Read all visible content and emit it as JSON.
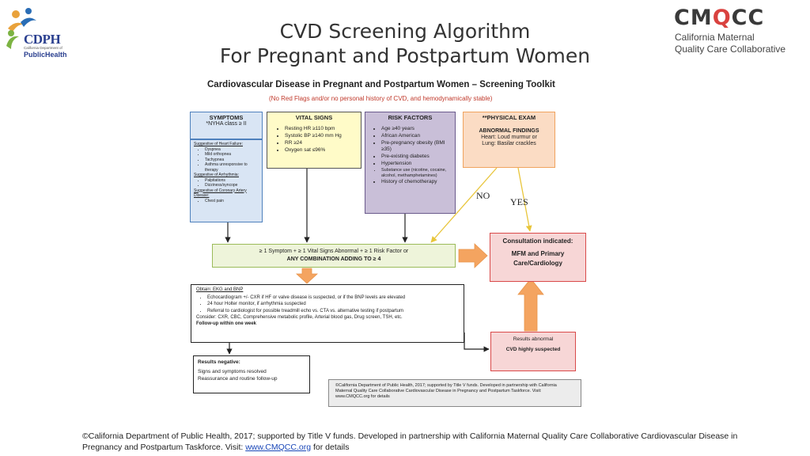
{
  "title_line1": "CVD Screening Algorithm",
  "title_line2": "For Pregnant and Postpartum Women",
  "cdph_logo": {
    "name": "CDPH",
    "subtitle": "California Department of",
    "ph": "PublicHealth"
  },
  "cmqcc_logo": {
    "mark_pre": "CM",
    "mark_o": "Q",
    "mark_post": "CC",
    "line1": "California Maternal",
    "line2": "Quality Care Collaborative"
  },
  "toolkit": {
    "title": "Cardiovascular Disease in Pregnant and Postpartum Women – Screening Toolkit",
    "subtitle": "(No Red Flags and/or no personal history of CVD, and hemodynamically stable)"
  },
  "symptoms": {
    "header": "SYMPTOMS",
    "sub": "*NYHA class ≥ II",
    "hf_title": "Suggestive of Heart Failure:",
    "hf_items": [
      "Dyspnea",
      "Mild orthopnea",
      "Tachypnea",
      "Asthma unresponsive to therapy"
    ],
    "arr_title": "Suggestive of Arrhythmia:",
    "arr_items": [
      "Palpitations",
      "Dizziness/syncope"
    ],
    "cad_title": "Suggestive of Coronary Artery Disease:",
    "cad_items": [
      "Chest pain"
    ]
  },
  "vitals": {
    "header": "VITAL SIGNS",
    "items": [
      "Resting HR ≥110 bpm",
      "Systolic BP ≥140 mm Hg",
      "RR ≥24",
      "Oxygen sat ≤96%"
    ]
  },
  "risk": {
    "header": "RISK FACTORS",
    "items": [
      "Age ≥40 years",
      "African American",
      "Pre-pregnancy obesity (BMI ≥35)",
      "Pre-existing diabetes",
      "Hypertension",
      "Substance use (nicotine, cocaine, alcohol, methamphetamines)",
      "History of chemotherapy"
    ]
  },
  "physical": {
    "header": "**PHYSICAL EXAM",
    "sub": "ABNORMAL FINDINGS",
    "line1": "Heart: Loud murmur or",
    "line2": "Lung: Basilar crackles"
  },
  "combo": {
    "line1": "≥ 1 Symptom + ≥ 1 Vital Signs Abnormal + ≥ 1 Risk Factor or",
    "line2": "ANY COMBINATION ADDING TO ≥  4"
  },
  "consult": {
    "line1": "Consultation indicated:",
    "line2": "MFM and Primary",
    "line3": "Care/Cardiology"
  },
  "no_label": "NO",
  "yes_label": "YES",
  "obtain": {
    "title": "Obtain: EKG and BNP",
    "items": [
      "Echocardiogram +/- CXR if HF or valve disease is suspected, or if the BNP levels are elevated",
      "24 hour Holter monitor, if arrhythmia suspected",
      "Referral to cardiologist for possible treadmill echo vs. CTA vs. alternative testing if postpartum"
    ],
    "consider": "Consider: CXR, CBC, Comprehensive metabolic profile, Arterial blood gas, Drug screen, TSH, etc.",
    "followup": "Follow-up within one week"
  },
  "results_abnormal": {
    "line1": "Results abnormal",
    "line2": "CVD highly suspected"
  },
  "results_negative": {
    "title": "Results negative:",
    "line1": "Signs and symptoms resolved",
    "line2": "Reassurance and routine follow-up"
  },
  "note": "©California Department of Public Health, 2017; supported by Title V funds. Developed in partnership with California Maternal Quality Care Collaborative Cardiovascular Disease in Pregnancy and Postpartum Taskforce. Visit: www.CMQCC.org for details",
  "footer": {
    "text1": "©California Department of Public Health, 2017; supported by Title V funds. Developed in partnership with California Maternal Quality Care Collaborative Cardiovascular",
    "text2": "Disease in Pregnancy and Postpartum Taskforce. Visit: ",
    "link": "www.CMQCC.org",
    "text3": " for details"
  }
}
